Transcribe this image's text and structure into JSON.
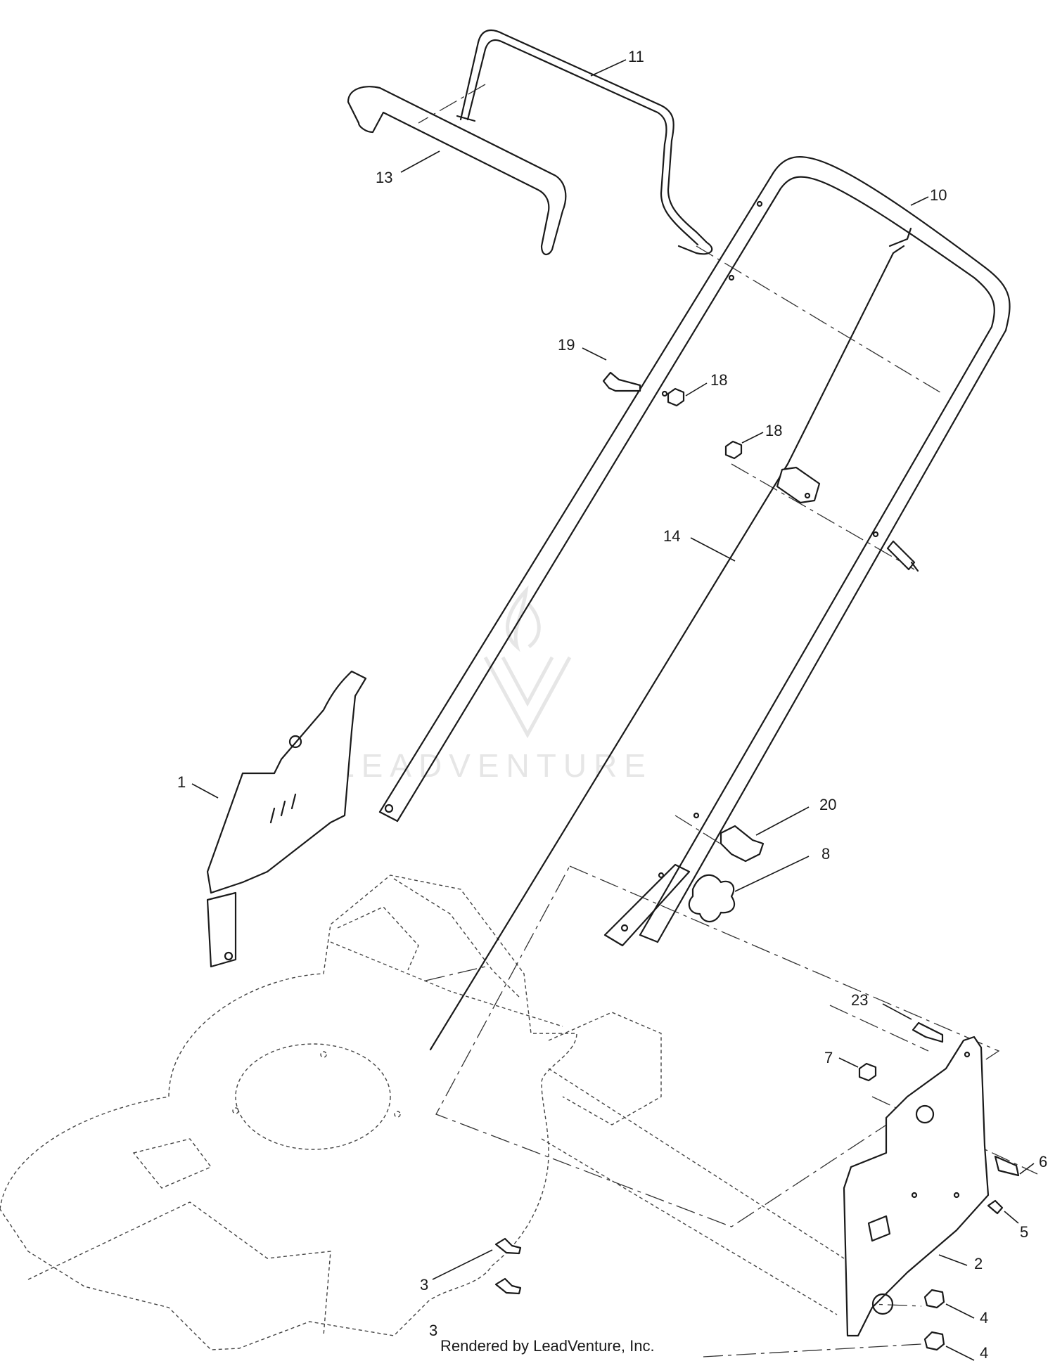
{
  "callouts": [
    {
      "id": "11",
      "label": "11"
    },
    {
      "id": "13",
      "label": "13"
    },
    {
      "id": "10",
      "label": "10"
    },
    {
      "id": "19",
      "label": "19"
    },
    {
      "id": "18a",
      "label": "18"
    },
    {
      "id": "18b",
      "label": "18"
    },
    {
      "id": "14",
      "label": "14"
    },
    {
      "id": "1",
      "label": "1"
    },
    {
      "id": "20",
      "label": "20"
    },
    {
      "id": "8",
      "label": "8"
    },
    {
      "id": "23",
      "label": "23"
    },
    {
      "id": "7",
      "label": "7"
    },
    {
      "id": "6",
      "label": "6"
    },
    {
      "id": "5",
      "label": "5"
    },
    {
      "id": "2",
      "label": "2"
    },
    {
      "id": "3a",
      "label": "3"
    },
    {
      "id": "3b",
      "label": "3"
    },
    {
      "id": "4a",
      "label": "4"
    },
    {
      "id": "4b",
      "label": "4"
    }
  ],
  "footer": {
    "credit": "Rendered by LeadVenture, Inc."
  },
  "watermark": {
    "text": "LEADVENTURE"
  }
}
